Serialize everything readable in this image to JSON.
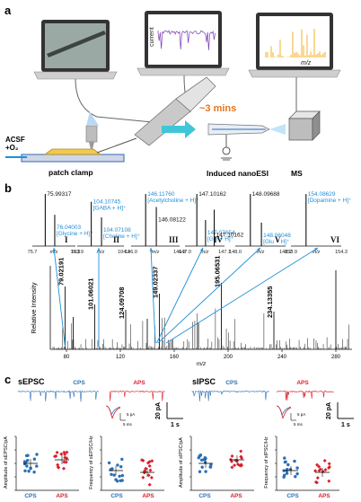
{
  "colors": {
    "cyan": "#1e8fd8",
    "orange": "#e8751a",
    "blue_trace": "#2b6fb6",
    "red_trace": "#d91f2a",
    "purple": "#7a3bb5",
    "gold": "#f3a712"
  },
  "panel_a": {
    "label": "a",
    "laptop_labels": [
      "current",
      "m/z"
    ],
    "time_label": "~3 mins",
    "acsf_line1": "ACSF",
    "acsf_line2": "+O₂",
    "patch_clamp": "patch clamp",
    "nanoesi": "Induced nanoESI",
    "ms": "MS"
  },
  "panel_b": {
    "label": "b",
    "ylabel": "Relative Intensity",
    "xlabel": "m/z",
    "insets": [
      {
        "roman": "I",
        "x_ticks": [
          "75.7",
          "76.3"
        ],
        "peaks": [
          {
            "mass": "75.99317",
            "ann": ""
          },
          {
            "mass": "76.04003",
            "ann": "[Glycine + H]⁺"
          }
        ]
      },
      {
        "roman": "II",
        "x_ticks": [
          "103.9",
          "104.2"
        ],
        "peaks": [
          {
            "mass": "104.10745",
            "ann": "[GABA + H]⁺"
          },
          {
            "mass": "104.07108",
            "ann": "[Choline + H]⁺"
          }
        ]
      },
      {
        "roman": "III",
        "x_ticks": [
          "146.0",
          "146.2"
        ],
        "peaks": [
          {
            "mass": "146.11760",
            "ann": "[Acetylcholine + H]⁺"
          },
          {
            "mass": "146.08122",
            "ann": ""
          }
        ]
      },
      {
        "roman": "IV",
        "x_ticks": [
          "147.0",
          "147.1"
        ],
        "peaks": [
          {
            "mass": "147.10162",
            "ann": ""
          },
          {
            "mass": "147.07654",
            "ann": "[Gln + H]⁺"
          },
          {
            "mass": "147.10162",
            "ann": ""
          }
        ]
      },
      {
        "roman": "V",
        "x_ticks": [
          "148.0",
          "148.2"
        ],
        "peaks": [
          {
            "mass": "148.09688",
            "ann": ""
          },
          {
            "mass": "148.06048",
            "ann": "[Glu + H]⁺"
          }
        ]
      },
      {
        "roman": "VI",
        "x_ticks": [
          "153.9",
          "154.3"
        ],
        "peaks": [
          {
            "mass": "154.08629",
            "ann": "[Dopamine + H]⁺"
          }
        ]
      }
    ],
    "main_peaks": [
      "79.02191",
      "101.06021",
      "124.09708",
      "149.02337",
      "195.06531",
      "234.13355"
    ],
    "main_ticks": [
      "80",
      "120",
      "160",
      "200",
      "240",
      "280"
    ]
  },
  "panel_c": {
    "label": "c",
    "sepsc": "sEPSC",
    "sipsc": "sIPSC",
    "cps": "CPS",
    "aps": "APS",
    "scale_left": "20 pA",
    "scale_right": "20 pA",
    "scale_time": "1 s",
    "inset_scale": "5 ms",
    "inset_pa": "5 pA",
    "ylabels": [
      "Amplitude of sEPSC/pA",
      "Frequency of sEPSC/Hz",
      "Amplitude of sIPSC/pA",
      "Frequency of sIPSC/Hz"
    ]
  }
}
